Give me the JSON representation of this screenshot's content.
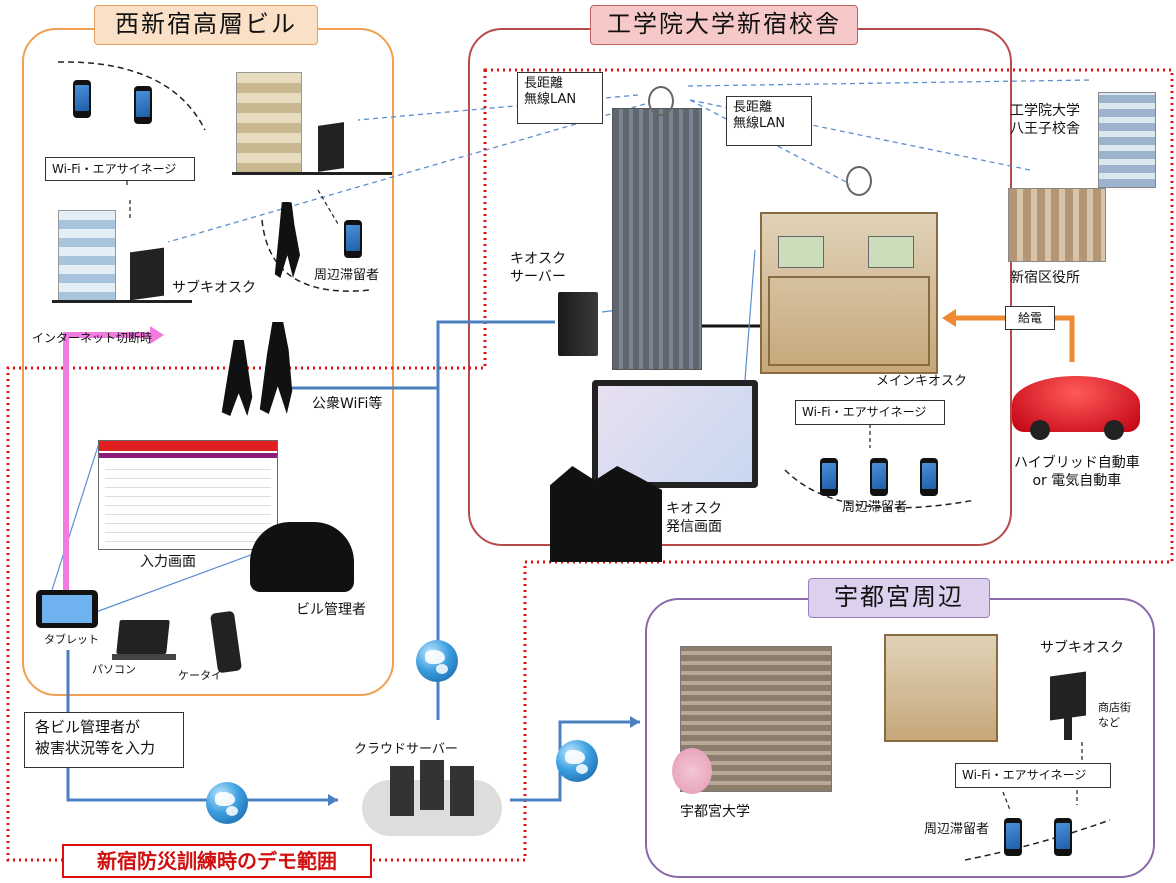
{
  "regions": {
    "west": "西新宿高層ビル",
    "kogakuin": "工学院大学新宿校舎",
    "utsunomiya": "宇都宮周辺"
  },
  "boxes": {
    "longrange_1": "長距離\n無線LAN",
    "longrange_2": "長距離\n無線LAN",
    "wifi_west": "Wi-Fi・エアサイネージ",
    "wifi_main": "Wi-Fi・エアサイネージ",
    "wifi_utsunomiya": "Wi-Fi・エアサイネージ",
    "power": "給電",
    "input_note": "各ビル管理者が\n被害状況等を入力"
  },
  "labels": {
    "sub_kiosk_west": "サブキオスク",
    "nearby_west": "周辺滞留者",
    "internet_cut": "インターネット切断時",
    "public_wifi": "公衆WiFi等",
    "input_screen": "入力画面",
    "building_manager": "ビル管理者",
    "tablet": "タブレット",
    "pc": "パソコン",
    "keitai": "ケータイ",
    "kiosk_server": "キオスク\nサーバー",
    "hachioji": "工学院大学\n八王子校舎",
    "shinjuku_office": "新宿区役所",
    "main_kiosk": "メインキオスク",
    "nearby_main": "周辺滞留者",
    "kiosk_screen": "キオスク\n発信画面",
    "hybrid": "ハイブリッド自動車\nor 電気自動車",
    "cloud_server": "クラウドサーバー",
    "utsunomiya_univ": "宇都宮大学",
    "sub_kiosk_u": "サブキオスク",
    "shotengai": "商店街\nなど",
    "nearby_u": "周辺滞留者",
    "demo_range": "新宿防災訓練時のデモ範囲"
  },
  "colors": {
    "west_border": "#f0a050",
    "west_tab": "#fbe0c8",
    "kogakuin_border": "#b84a4a",
    "kogakuin_tab": "#f7c8c8",
    "utsunomiya_border": "#8a6aaa",
    "utsunomiya_tab": "#ddd0ee",
    "network_line": "#4a7fc0",
    "dashed_link": "#5b8fd0",
    "demo_dotted": "#e01010",
    "power_arrow": "#f08a30",
    "magenta_arrow": "#f07ce0"
  }
}
